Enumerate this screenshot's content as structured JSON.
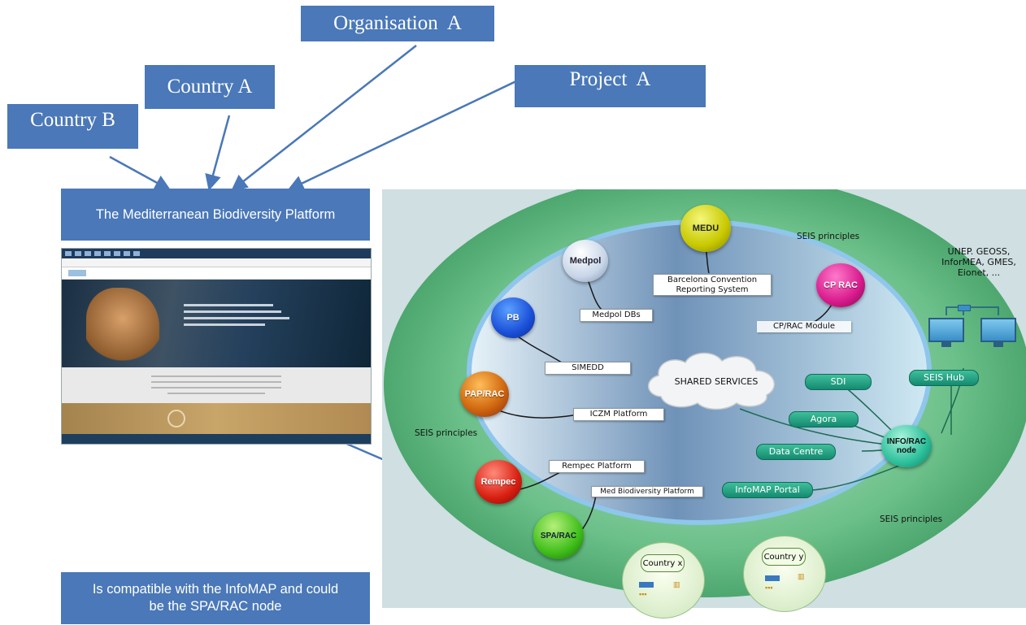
{
  "callouts": {
    "organisation_a": "Organisation  A",
    "country_a": "Country A",
    "project_a": "Project  A",
    "country_b": "Country B"
  },
  "platform_title": "The Mediterranean Biodiversity Platform",
  "bottom_note": "Is compatible with the InfoMAP and could be the SPA/RAC node",
  "diagram": {
    "circle_nodes": {
      "medu": "MEDU",
      "medpol": "Medpol",
      "pb": "PB",
      "cp_rac": "CP RAC",
      "pap_rac": "PAP/RAC",
      "rempec": "Rempec",
      "spa_rac": "SPA/RAC",
      "info_rac": "INFO/RAC node"
    },
    "labels": {
      "barcelona": "Barcelona Convention Reporting System",
      "medpol_dbs": "Medpol DBs",
      "cprac_module": "CP/RAC Module",
      "simedd": "SIMEDD",
      "iczm": "ICZM Platform",
      "rempec_platform": "Rempec Platform",
      "med_bio": "Med Biodiversity Platform",
      "shared": "SHARED SERVICES",
      "unep": "UNEP. GEOSS, InforMEA, GMES, Eionet, ..."
    },
    "pills": {
      "sdi": "SDI",
      "agora": "Agora",
      "data_centre": "Data Centre",
      "infomap": "InfoMAP Portal",
      "seis_hub": "SEIS Hub"
    },
    "seis_principles": "SEIS principles",
    "countries": {
      "x": "Country x",
      "y": "Country y"
    }
  }
}
